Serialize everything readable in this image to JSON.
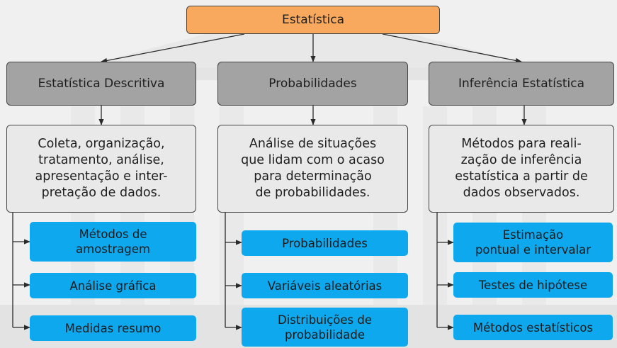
{
  "root": "Estatística",
  "columns": [
    {
      "title": "Estatística Descritiva",
      "description": "Coleta, organização,\ntratamento, análise,\napresentação e inter-\npretação de dados.",
      "items": [
        "Métodos de\namostragem",
        "Análise gráfica",
        "Medidas resumo"
      ]
    },
    {
      "title": "Probabilidades",
      "description": "Análise de situações\nque lidam com o acaso\npara determinação\nde probabilidades.",
      "items": [
        "Probabilidades",
        "Variáveis aleatórias",
        "Distribuições de\nprobabilidade"
      ]
    },
    {
      "title": "Inferência Estatística",
      "description": "Métodos para reali-\nzação de inferência\nestatística a partir de\ndados observados.",
      "items": [
        "Estimação\npontual e intervalar",
        "Testes de hipótese",
        "Métodos estatísticos"
      ]
    }
  ],
  "colors": {
    "root_fill": "#f8a95d",
    "category_fill": "#a3a3a3",
    "description_fill": "#e9e9e9",
    "leaf_fill": "#0ea8ee",
    "line": "#2b2b2b"
  }
}
